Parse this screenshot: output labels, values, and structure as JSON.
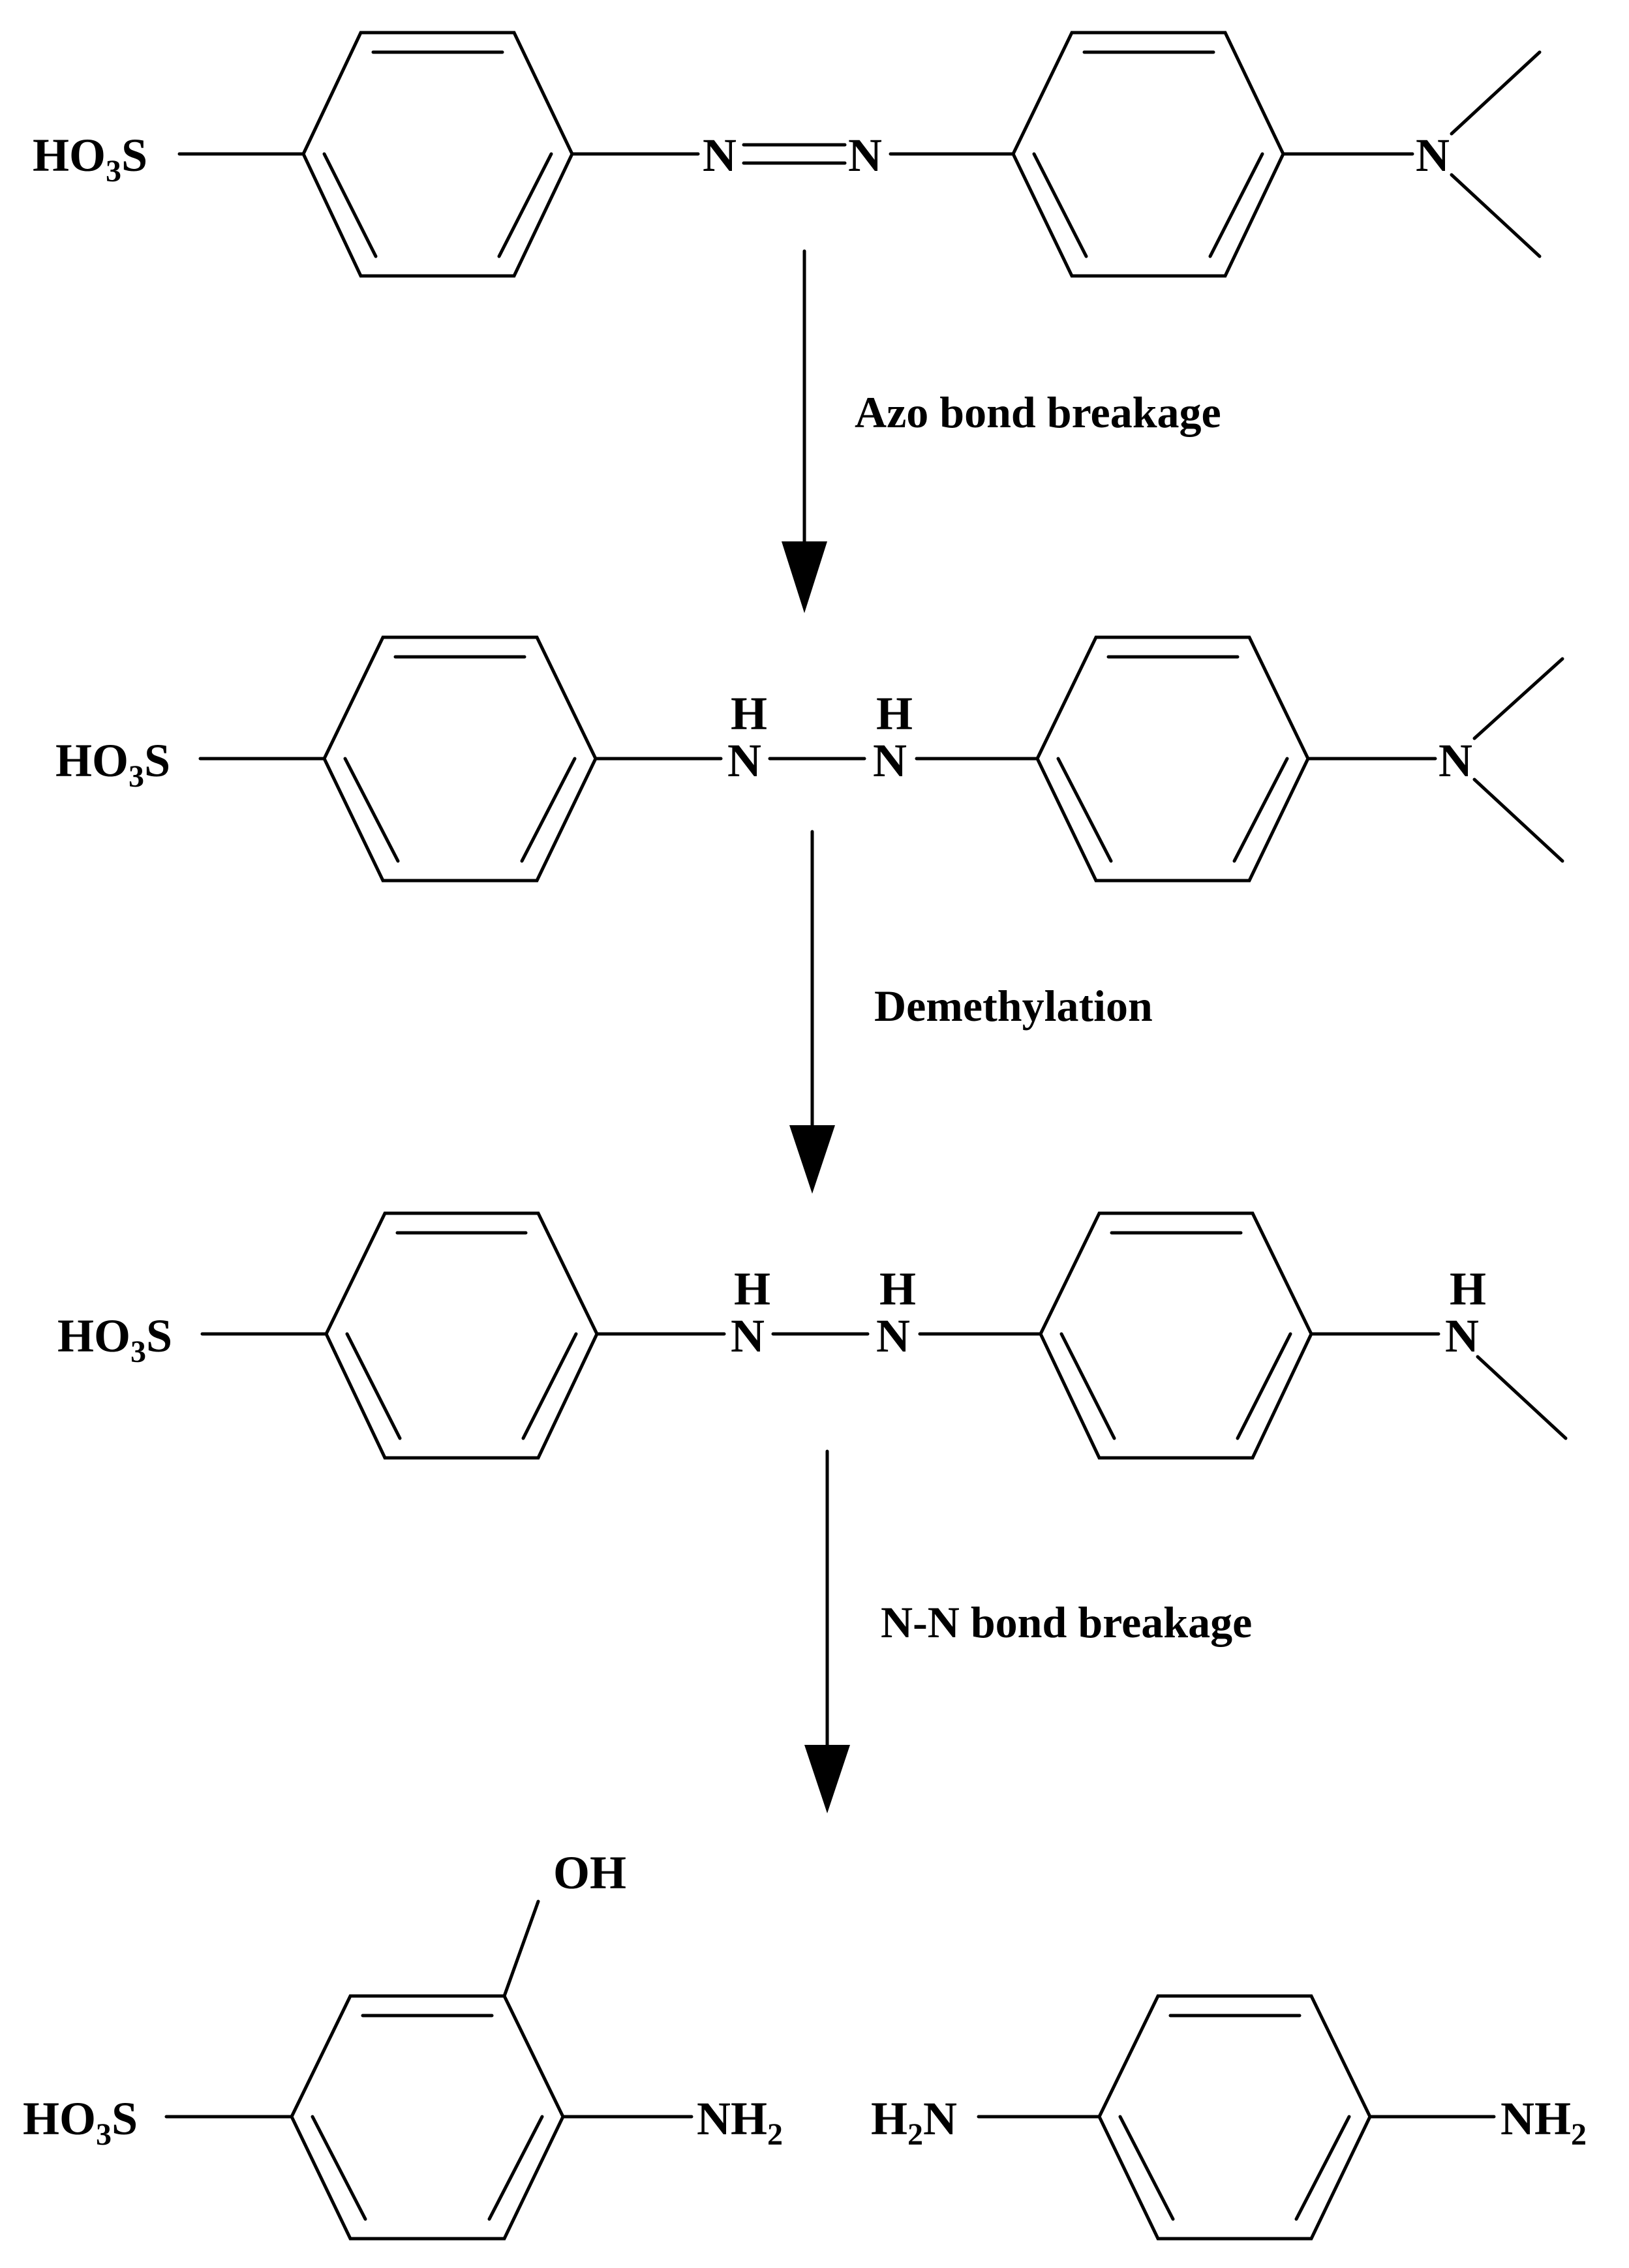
{
  "steps": {
    "step1": "Azo bond breakage",
    "step2": "Demethylation",
    "step3": "N-N bond breakage"
  },
  "labels": {
    "ho3s_main": "HO",
    "ho3s_sub": "3",
    "ho3s_tail": "S",
    "n": "N",
    "h": "H",
    "oh": "OH",
    "nh2_main": "NH",
    "nh2_sub": "2",
    "h2n_head": "H",
    "h2n_sub": "2",
    "h2n_tail": "N"
  }
}
